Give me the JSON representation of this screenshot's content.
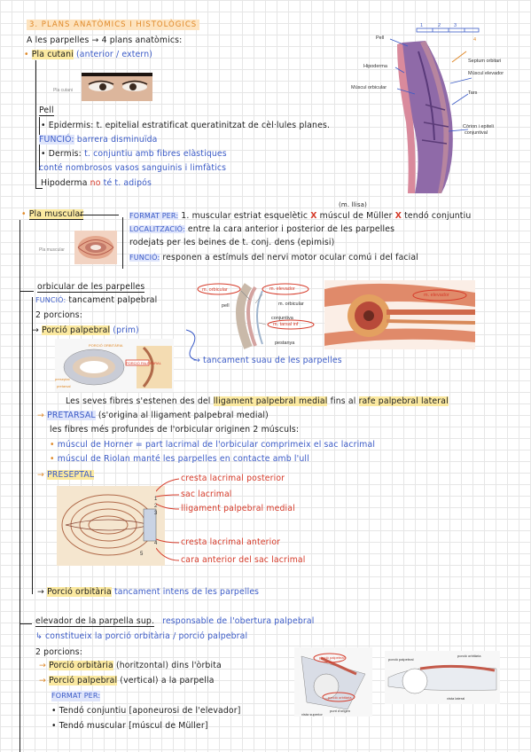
{
  "title": "3. PLANS ANATÒMICS I HISTOLÒGICS",
  "intro": "A les parpelles → 4 plans anatòmics:",
  "pla_cutani": {
    "heading": "Pla cutani",
    "subtitle": "(anterior / extern)",
    "img_label": "Pla cutani",
    "pell": "Pell",
    "epidermis_label": "Epidermis:",
    "epidermis_text": "t. epitelial estratificat queratinitzat de cèl·lules planes.",
    "funcio_label": "FUNCIÓ:",
    "funcio_text": "barrera disminuïda",
    "dermis_label": "Dermis:",
    "dermis_text": "t. conjuntiu amb fibres elàstiques",
    "dermis_text2": "conté nombrosos vasos sanguinis i limfàtics",
    "hipoderma_label": "Hipoderma",
    "hipoderma_no": "no",
    "hipoderma_text": "té t. adipós"
  },
  "histology": {
    "scale": [
      "1",
      "2",
      "3",
      "4"
    ],
    "labels": {
      "pell": "Pell",
      "hipoderma": "Hipoderma",
      "muscul_orbicular": "Múscul orbicular",
      "septum": "Septum orbitari",
      "muscul_elevador": "Múscul elevador",
      "tars": "Tars",
      "corion": "Còrion i epiteli",
      "conjuntival": "conjuntival"
    }
  },
  "pla_muscular": {
    "heading": "Pla muscular",
    "img_label": "Pla muscular",
    "format_label": "FORMAT PER:",
    "format_text_a": "1. muscular estriat esquelètic",
    "mark_x": "X",
    "m_llisa": "(m. llisa)",
    "muller_text": "múscul de Müller",
    "tendo_text": "tendó conjuntiu",
    "localitzacio_label": "LOCALITZACIÓ:",
    "localitzacio_text": "entre la cara anterior i posterior de les parpelles",
    "localitzacio_text2": "rodejats per les beines de t. conj. dens (epimisi)",
    "funcio_label": "FUNCIÓ:",
    "funcio_text": "responen a estímuls del nervi motor ocular comú i del facial"
  },
  "orbicular": {
    "heading": "orbicular de les parpelles",
    "funcio_label": "FUNCIÓ:",
    "funcio_text": "tancament palpebral",
    "porcions": "2 porcions:",
    "porcio_palpebral": "Porció palpebral",
    "porcio_palpebral_suffix": "(prim)",
    "tancament_suau": "tancament suau de les parpelles",
    "fibres_a": "Les seves fibres s'estenen des del",
    "lligament_medial": "lligament palpebral medial",
    "fibres_b": "fins al",
    "rafe_lateral": "rafe palpebral lateral",
    "pretarsal": "PRETARSAL",
    "pretarsal_text": "(s'origina al lligament palpebral medial)",
    "fibres_profundes": "les fibres més profundes de l'orbicular originen 2 músculs:",
    "horner": "múscul de Horner = part lacrimal de l'orbicular comprimeix el sac lacrimal",
    "riolan": "múscul de Riolan manté les parpelles en contacte amb l'ull",
    "preseptal": "PRESEPTAL",
    "diagram_labels": [
      "cresta lacrimal posterior",
      "sac lacrimal",
      "lligament palpebral medial",
      "cresta lacrimal anterior",
      "cara anterior del sac lacrimal"
    ],
    "diagram_numbers": [
      "1",
      "2",
      "3",
      "4",
      "5"
    ],
    "porcio_orbitaria": "Porció orbitària",
    "porcio_orbitaria_text": "tancament intens de les parpelles",
    "side_diag": {
      "m_orbicular": "m. orbicular",
      "m_elevador": "m. elevador",
      "pell": "pell",
      "m_orbicular_2": "m. orbicular",
      "conjuntiva": "conjuntiva",
      "m_tarsal_inf": "m. tarsal inf",
      "pestanya": "pestanya"
    },
    "eye_diag_label": "m. elevador",
    "ring_labels": {
      "porcio_orbitaria": "PORCIÓ ORBITÀRIA",
      "porcio_palpebral": "PORCIÓ PALPEBRAL",
      "preseptal": "preseptal",
      "pretarsal": "pretarsal"
    }
  },
  "elevador": {
    "heading": "elevador de la parpella sup.",
    "heading_text": "responsable de l'obertura palpebral",
    "constitueix": "constitueix la porció orbitària / porció palpebral",
    "porcions": "2 porcions:",
    "orbitaria": "Porció orbitària",
    "orbitaria_text": "(horitzontal) dins l'òrbita",
    "palpebral": "Porció palpebral",
    "palpebral_text": "(vertical) a la parpella",
    "format_label": "FORMAT PER:",
    "tendo": "Tendó conjuntiu [aponeurosi de l'elevador]",
    "tendo_muscular": "Tendó muscular [múscul de Müller]",
    "diag_labels": {
      "porcio_palpebral": "porció palpebral",
      "porcio_orbitaria": "porció orbitària",
      "vista_superior": "vista superior",
      "vista_lateral": "vista lateral",
      "punt_origen": "punt d'origen"
    }
  }
}
